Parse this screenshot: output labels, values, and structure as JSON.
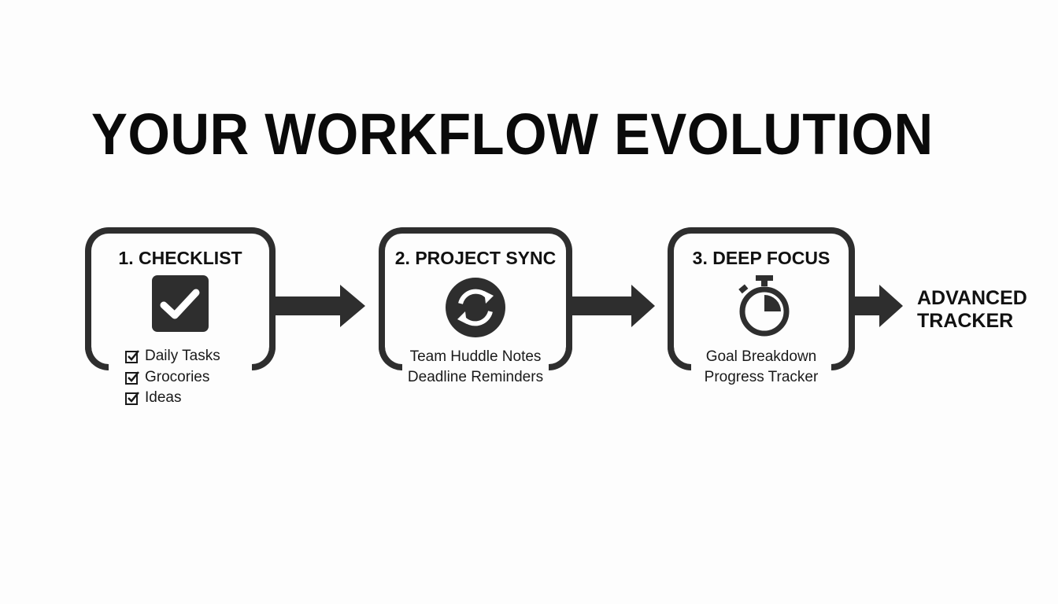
{
  "title": "YOUR WORKFLOW EVOLUTION",
  "colors": {
    "stroke": "#2e2e2e",
    "text": "#111111",
    "background": "#fdfdfd"
  },
  "stages": [
    {
      "label": "1. CHECKLIST",
      "icon": "checkbox-icon",
      "items": [
        "Daily Tasks",
        "Grocories",
        "Ideas"
      ]
    },
    {
      "label": "2. PROJECT SYNC",
      "icon": "sync-icon",
      "items": [
        "Team Huddle Notes",
        "Deadline Reminders"
      ]
    },
    {
      "label": "3. DEEP FOCUS",
      "icon": "stopwatch-icon",
      "items": [
        "Goal Breakdown",
        "Progress Tracker"
      ]
    }
  ],
  "final": {
    "line1": "ADVANCED",
    "line2": "TRACKER"
  }
}
